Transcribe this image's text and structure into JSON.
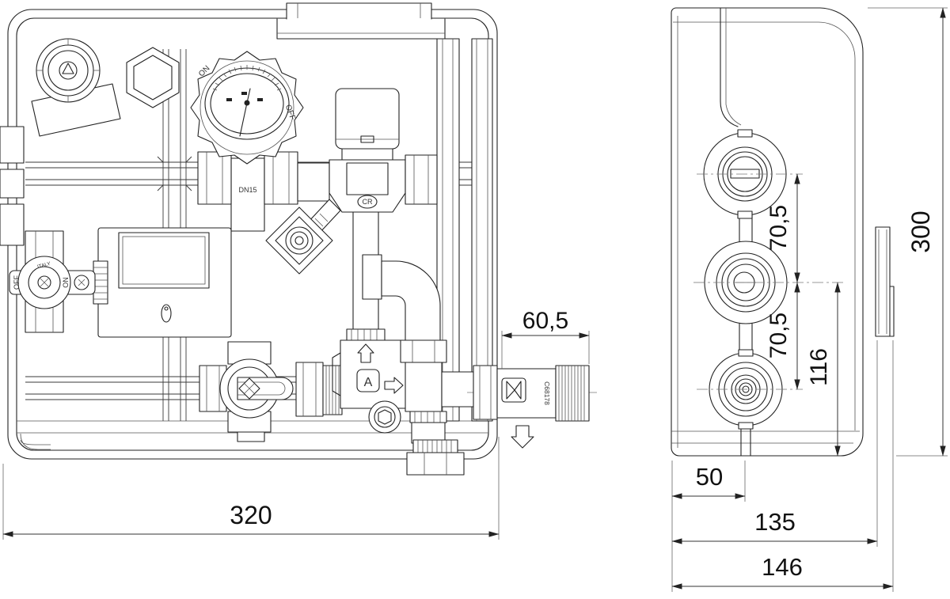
{
  "dimensions": {
    "front_width": "320",
    "relief_valve_offset": "60,5",
    "side_height": "300",
    "port_spacing_upper": "70,5",
    "port_spacing_lower": "70,5",
    "middle_port_height": "116",
    "port_axis_depth": "50",
    "body_depth": "135",
    "overall_depth": "146"
  },
  "part_labels": {
    "thermo_valve_size": "DN15",
    "thermo_knob_on": "ON",
    "thermo_knob_off": "OFF",
    "mixing_valve_logo": "CR",
    "isolation_handle_off": "OFF",
    "isolation_handle_on": "ON",
    "isolation_handle_origin": "ITALY",
    "check_valve_logo": "A",
    "relief_valve_code": "C68178"
  },
  "colors": {
    "line": "#222222",
    "dimension_text": "#111111",
    "background": "#ffffff"
  }
}
